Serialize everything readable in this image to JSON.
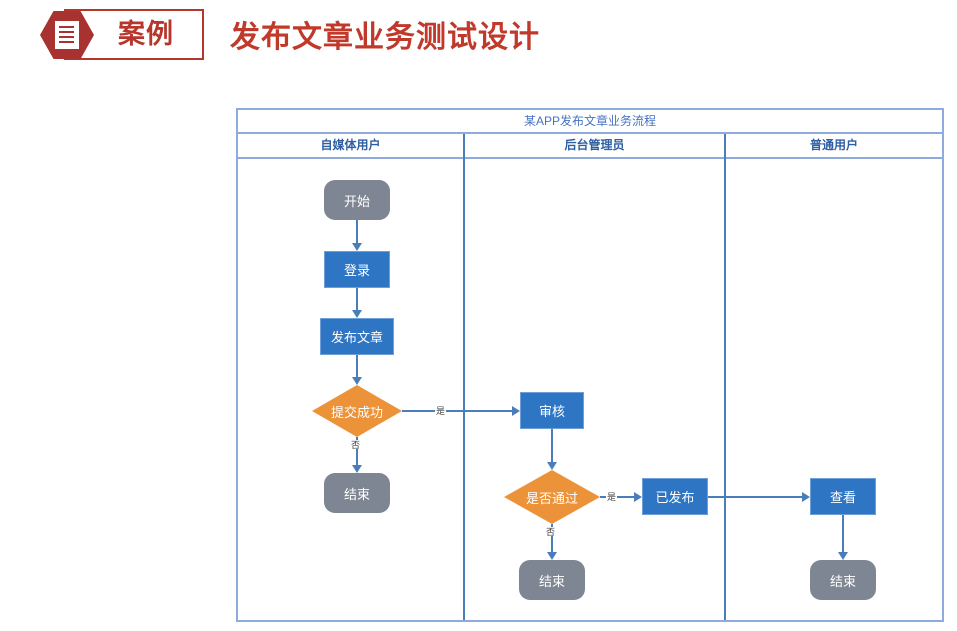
{
  "header": {
    "badge_icon": "document-hexagon-icon",
    "badge_label": "案例",
    "title": "发布文章业务测试设计",
    "title_color": "#c0392b",
    "badge_color": "#a83230"
  },
  "diagram": {
    "title": "某APP发布文章业务流程",
    "border_color": "#8faadc",
    "lanes": [
      {
        "id": "lane-self-media",
        "label": "自媒体用户"
      },
      {
        "id": "lane-admin",
        "label": "后台管理员"
      },
      {
        "id": "lane-normal-user",
        "label": "普通用户"
      }
    ],
    "colors": {
      "process": "#2e75c4",
      "decision": "#ec9238",
      "terminator": "#7f8693",
      "connector": "#4a7ebb",
      "lane_header_text": "#2e5fa3"
    },
    "nodes": [
      {
        "id": "start",
        "label": "开始",
        "type": "terminator",
        "lane": 0
      },
      {
        "id": "login",
        "label": "登录",
        "type": "process",
        "lane": 0
      },
      {
        "id": "publish-article",
        "label": "发布文章",
        "type": "process",
        "lane": 0
      },
      {
        "id": "submit-success",
        "label": "提交成功",
        "type": "decision",
        "lane": 0
      },
      {
        "id": "end-self-media",
        "label": "结束",
        "type": "terminator",
        "lane": 0
      },
      {
        "id": "review",
        "label": "审核",
        "type": "process",
        "lane": 1
      },
      {
        "id": "is-approved",
        "label": "是否通过",
        "type": "decision",
        "lane": 1
      },
      {
        "id": "end-admin",
        "label": "结束",
        "type": "terminator",
        "lane": 1
      },
      {
        "id": "published",
        "label": "已发布",
        "type": "process",
        "lane": 1
      },
      {
        "id": "view",
        "label": "查看",
        "type": "process",
        "lane": 2
      },
      {
        "id": "end-normal-user",
        "label": "结束",
        "type": "terminator",
        "lane": 2
      }
    ],
    "edge_labels": {
      "submit_yes": "是",
      "submit_no": "否",
      "approved_yes": "是",
      "approved_no": "否"
    }
  }
}
